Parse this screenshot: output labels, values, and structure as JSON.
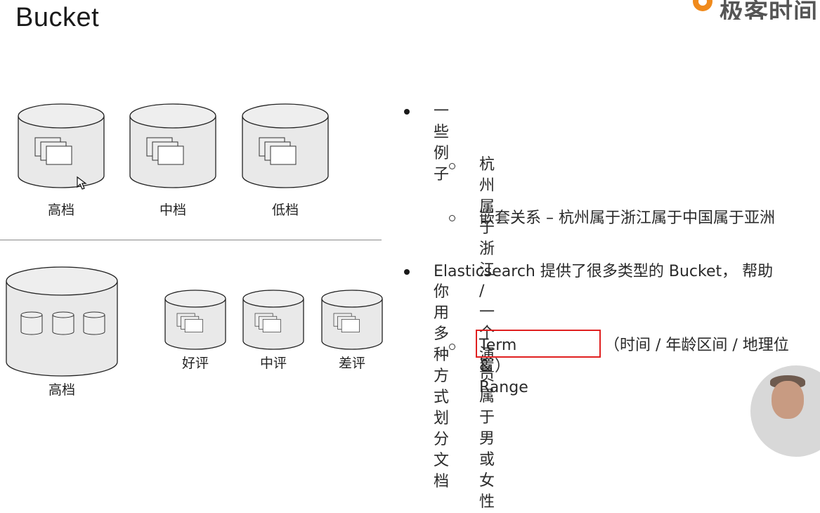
{
  "slide": {
    "title": "Bucket",
    "logo_text": "极客时间"
  },
  "diagram": {
    "top_buckets": [
      {
        "label": "高档"
      },
      {
        "label": "中档"
      },
      {
        "label": "低档"
      }
    ],
    "bottom_parent": {
      "label": "高档"
    },
    "bottom_buckets": [
      {
        "label": "好评"
      },
      {
        "label": "中评"
      },
      {
        "label": "差评"
      }
    ]
  },
  "bullets": {
    "item1": "一些例子",
    "item1_sub1": "杭州属于浙江 / 一个演员属于 男或女性",
    "item1_sub2": "嵌套关系 – 杭州属于浙江属于中国属于亚洲",
    "item2_line1": "Elasticsearch 提供了很多类型的 Bucket， 帮助",
    "item2_line2": "你用多种方式划分文档",
    "item2_sub1_highlight": "Term & Range",
    "item2_sub1_rest": "（时间 / 年龄区间 / 地理位",
    "item2_sub1_line2": "置）"
  },
  "colors": {
    "highlight_box": "#e02020",
    "cylinder_fill": "#e9e9e9",
    "logo_accent": "#f08a1c"
  }
}
